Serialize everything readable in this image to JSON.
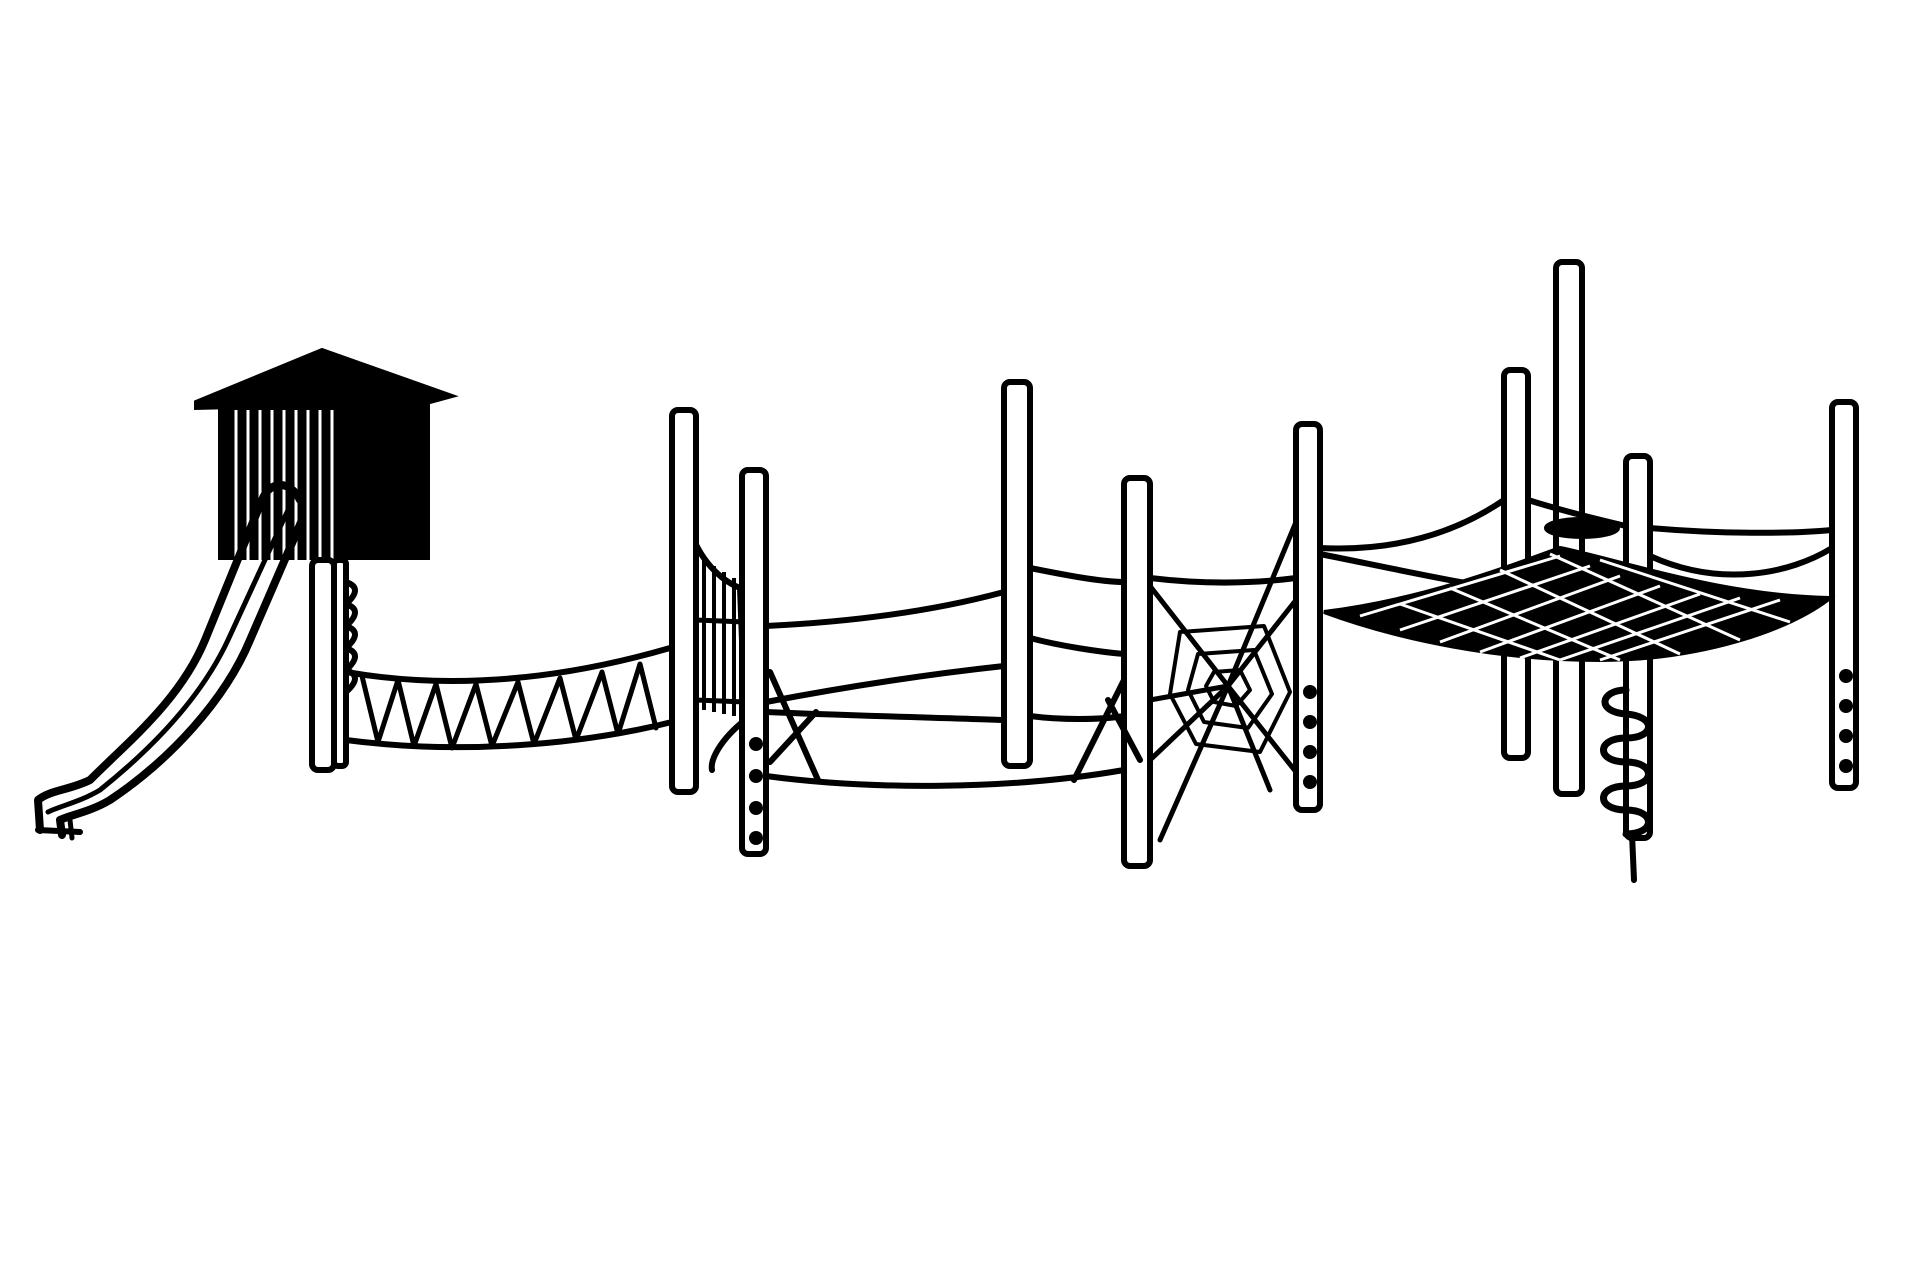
{
  "scene": {
    "background_color": "#ffffff",
    "ink_color": "#000000",
    "elements": [
      "playhouse-tower",
      "wavy-slide",
      "rope-bridge",
      "climbing-posts",
      "spider-web-net",
      "cargo-net-canopy",
      "spiral-climber"
    ]
  }
}
